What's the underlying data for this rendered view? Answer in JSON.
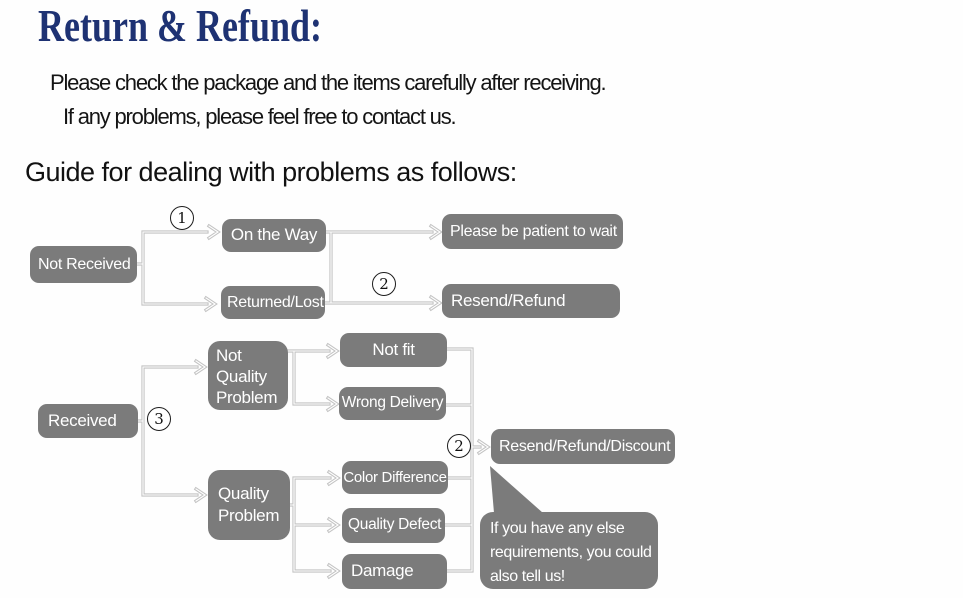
{
  "header": {
    "title": "Return & Refund:",
    "intro_line1": "Please check the package and the items carefully after receiving.",
    "intro_line2": "If any problems, please feel free to contact us.",
    "guide_heading": "Guide for dealing with problems as follows:"
  },
  "colors": {
    "title_navy": "#1e3273",
    "node_gray": "#7b7b7b",
    "node_text": "#ffffff",
    "connector_gray": "#c3c3c3",
    "background": "#ffffff"
  },
  "flowchart": {
    "badges": {
      "step1": "1",
      "step2": "2",
      "step3": "3"
    },
    "nodes": {
      "not_received": "Not Received",
      "on_the_way": "On the Way",
      "returned_lost": "Returned/Lost",
      "please_wait": "Please be patient to wait",
      "resend_refund": "Resend/Refund",
      "received": "Received",
      "not_quality_problem": "Not Quality Problem",
      "not_fit": "Not fit",
      "wrong_delivery": "Wrong Delivery",
      "quality_problem": "Quality Problem",
      "color_difference": "Color Difference",
      "quality_defect": "Quality Defect",
      "damage": "Damage",
      "resend_refund_discount": "Resend/Refund/Discount"
    },
    "callout": {
      "line1": "If you have any else",
      "line2": "requirements, you could",
      "line3": "also tell us!"
    }
  }
}
